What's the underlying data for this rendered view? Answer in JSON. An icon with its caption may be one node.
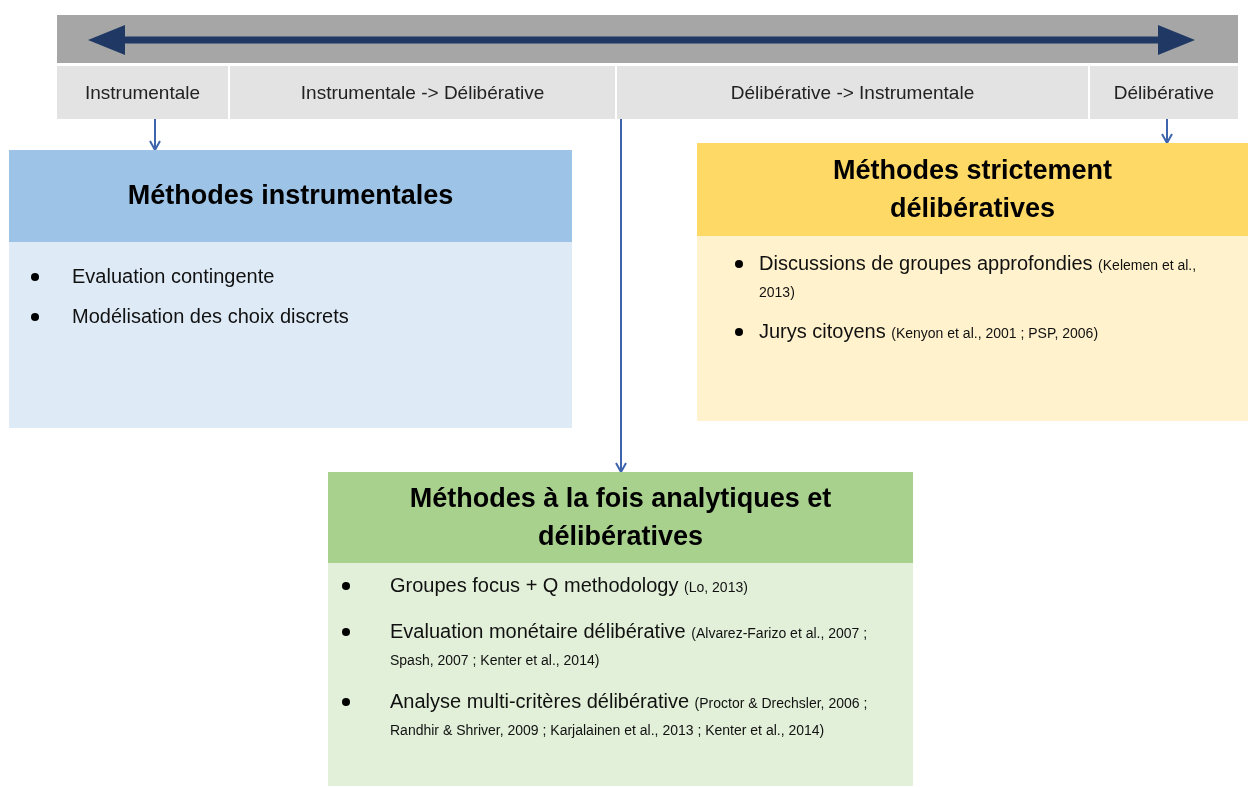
{
  "diagram": {
    "nodes": [
      {
        "text": [
          "Instrumentale"
        ]
      },
      {
        "text": [
          "Instrumentale -> Délibérative"
        ]
      },
      {
        "text": [
          "Délibérative -> Instrumentale"
        ]
      },
      {
        "text": [
          "Délibérative"
        ]
      },
      {
        "text": [
          "Méthodes instrumentales",
          "Evaluation contingente",
          "Modélisation des choix discrets"
        ]
      },
      {
        "text": [
          "Méthodes strictement délibératives",
          "Discussions de groupes approfondies (Kelemen et al., 2013)",
          "Jurys citoyens (Kenyon et al., 2001 ;  PSP, 2006)"
        ]
      },
      {
        "text": [
          "Méthodes à la fois analytiques et délibératives",
          "Groupes focus + Q methodology (Lo, 2013)",
          "Evaluation monétaire délibérative (Alvarez-Farizo et al., 2007 ; Spash, 2007 ; Kenter et al., 2014)",
          "Analyse multi-critères délibérative (Proctor & Drechsler, 2006 ; Randhir & Shriver, 2009 ; Karjalainen et al., 2013 ; Kenter et al., 2014)"
        ]
      }
    ],
    "edges": [
      {
        "from": 0,
        "to": 4,
        "arrow": "to"
      },
      {
        "from": 3,
        "to": 5,
        "arrow": "to"
      },
      {
        "from": 2,
        "to": 6,
        "arrow": "to"
      }
    ]
  }
}
